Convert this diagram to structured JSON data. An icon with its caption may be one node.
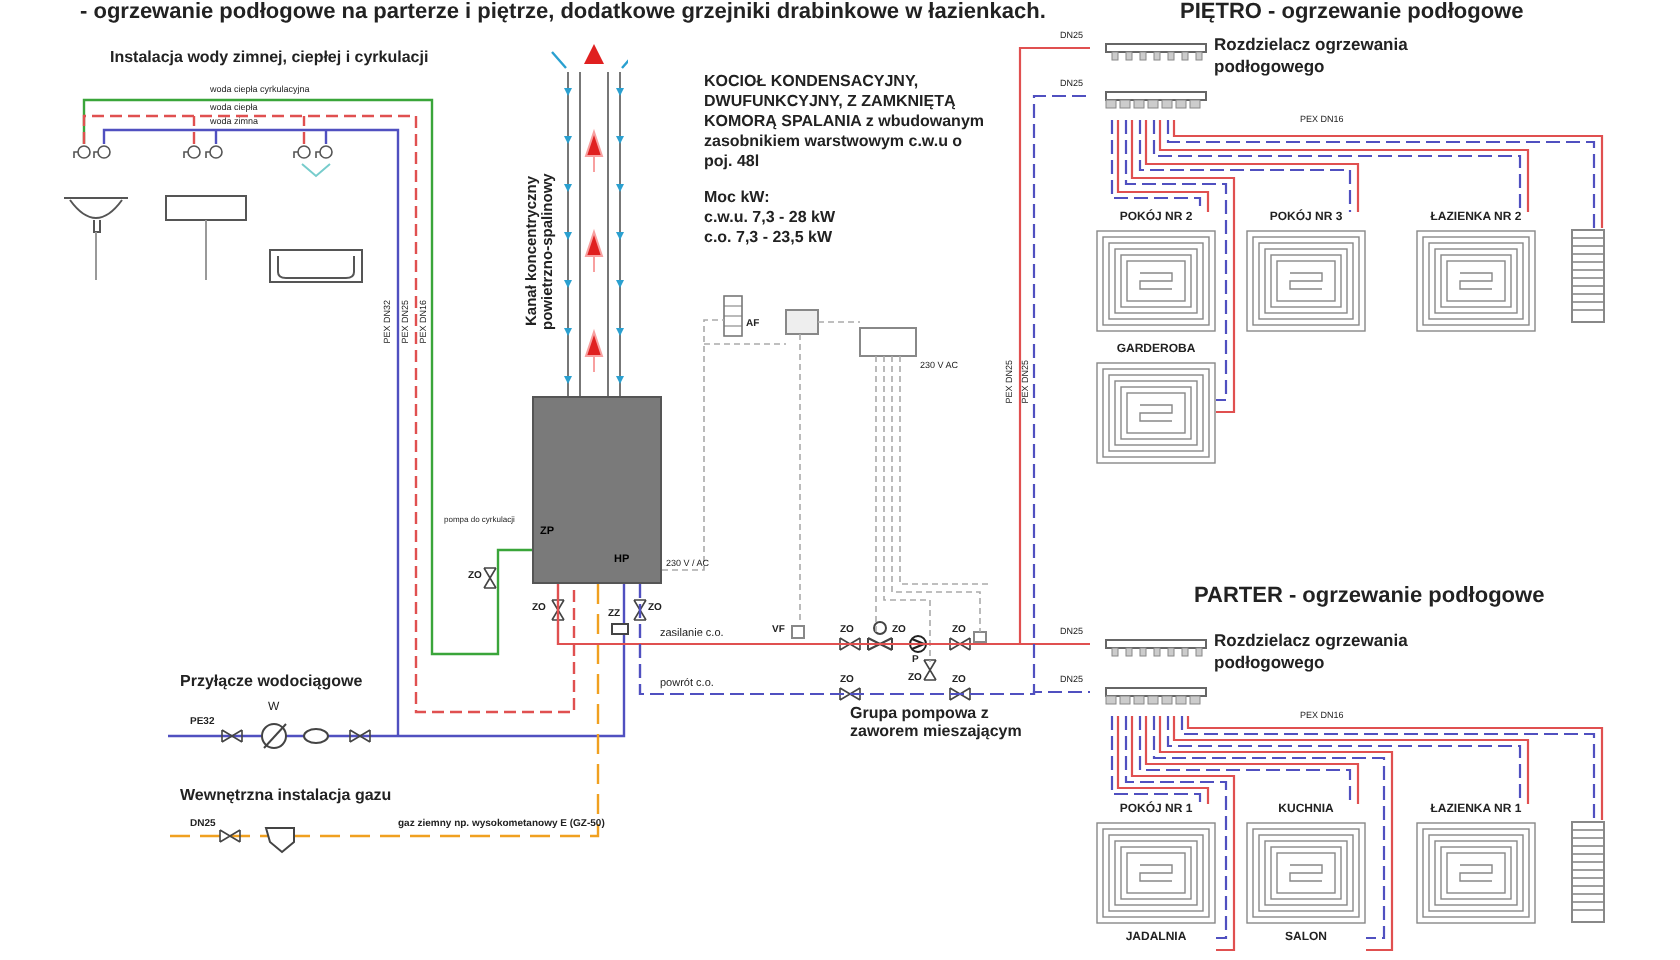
{
  "diagram": {
    "title": "- ogrzewanie podłogowe na parterze i piętrze, dodatkowe grzejniki drabinkowe w łazienkach.",
    "nodes": [
      {
        "text": [],
        "shape": "box",
        "beside": [
          "KOCIOŁ KONDENSACYJNY, DWUFUNKCYJNY, Z ZAMKNIĘTĄ KOMORĄ SPALANIA z wbudowanym zasobnikiem warstwowym c.w.u o poj. 48l",
          "Moc kW:",
          "c.w.u. 7,3 - 28 kW",
          "c.o. 7,3 - 23,5 kW"
        ]
      },
      {
        "text": [
          "Kanał koncentryczny powietrzno-spalinowy"
        ]
      },
      {
        "text": [
          "Rozdzielacz ogrzewania podłogowego"
        ]
      },
      {
        "text": [
          "Rozdzielacz ogrzewania podłogowego"
        ]
      },
      {
        "text": [
          "POKÓJ NR 2"
        ]
      },
      {
        "text": [
          "POKÓJ NR 3"
        ]
      },
      {
        "text": [
          "ŁAZIENKA NR 2"
        ]
      },
      {
        "text": [
          "GARDEROBA"
        ]
      },
      {
        "text": [],
        "shape": "picture"
      },
      {
        "text": [
          "POKÓJ NR 1"
        ]
      },
      {
        "text": [
          "KUCHNIA"
        ]
      },
      {
        "text": [
          "ŁAZIENKA NR 1"
        ]
      },
      {
        "text": [
          "JADALNIA"
        ]
      },
      {
        "text": [
          "SALON"
        ]
      },
      {
        "text": [],
        "shape": "picture"
      }
    ],
    "edges": [
      {
        "from": 0,
        "to": 3,
        "arrow": "none",
        "label": "zasilanie c.o.",
        "color": "#e05050"
      },
      {
        "from": 0,
        "to": 3,
        "arrow": "none",
        "label": "powrót c.o.",
        "style": "dashed",
        "color": "#5050c0"
      },
      {
        "from": 0,
        "to": 2,
        "arrow": "none",
        "color": "#e05050"
      },
      {
        "from": 0,
        "to": 2,
        "arrow": "none",
        "style": "dashed",
        "color": "#5050c0"
      },
      {
        "from": 2,
        "to": 4,
        "arrow": "none",
        "color": "#e05050"
      },
      {
        "from": 2,
        "to": 4,
        "arrow": "none",
        "style": "dashed",
        "color": "#5050c0"
      },
      {
        "from": 2,
        "to": 5,
        "arrow": "none",
        "color": "#e05050"
      },
      {
        "from": 2,
        "to": 5,
        "arrow": "none",
        "style": "dashed",
        "color": "#5050c0"
      },
      {
        "from": 2,
        "to": 6,
        "arrow": "none",
        "color": "#e05050"
      },
      {
        "from": 2,
        "to": 6,
        "arrow": "none",
        "style": "dashed",
        "color": "#5050c0"
      },
      {
        "from": 2,
        "to": 7,
        "arrow": "none",
        "color": "#e05050"
      },
      {
        "from": 2,
        "to": 7,
        "arrow": "none",
        "style": "dashed",
        "color": "#5050c0"
      },
      {
        "from": 2,
        "to": 8,
        "arrow": "none",
        "color": "#e05050"
      },
      {
        "from": 2,
        "to": 8,
        "arrow": "none",
        "style": "dashed",
        "color": "#5050c0"
      },
      {
        "from": 3,
        "to": 9,
        "arrow": "none",
        "color": "#e05050"
      },
      {
        "from": 3,
        "to": 9,
        "arrow": "none",
        "style": "dashed",
        "color": "#5050c0"
      },
      {
        "from": 3,
        "to": 10,
        "arrow": "none",
        "color": "#e05050"
      },
      {
        "from": 3,
        "to": 10,
        "arrow": "none",
        "style": "dashed",
        "color": "#5050c0"
      },
      {
        "from": 3,
        "to": 11,
        "arrow": "none",
        "color": "#e05050"
      },
      {
        "from": 3,
        "to": 11,
        "arrow": "none",
        "style": "dashed",
        "color": "#5050c0"
      },
      {
        "from": 3,
        "to": 12,
        "arrow": "none",
        "color": "#e05050"
      },
      {
        "from": 3,
        "to": 12,
        "arrow": "none",
        "style": "dashed",
        "color": "#5050c0"
      },
      {
        "from": 3,
        "to": 13,
        "arrow": "none",
        "color": "#e05050"
      },
      {
        "from": 3,
        "to": 13,
        "arrow": "none",
        "style": "dashed",
        "color": "#5050c0"
      },
      {
        "from": 3,
        "to": 14,
        "arrow": "none",
        "color": "#e05050"
      },
      {
        "from": 3,
        "to": 14,
        "arrow": "none",
        "style": "dashed",
        "color": "#5050c0"
      }
    ],
    "labels": [
      "Instalacja wody zimnej, ciepłej i cyrkulacji",
      "woda ciepła cyrkulacyjna",
      "woda ciepła",
      "woda zimna",
      "PEX DN32",
      "PEX DN25",
      "PEX DN16",
      "pompa do cyrkulacji",
      "ZP",
      "HP",
      "ZO",
      "ZO",
      "ZO",
      "230 V / AC",
      "AF",
      "230 V AC",
      "ZZ",
      "VF",
      "ZO",
      "ZO",
      "P",
      "ZO",
      "ZO",
      "ZO",
      "ZO",
      "Grupa pompowa z zaworem mieszającym",
      "Przyłącze wodociągowe",
      "PE32",
      "W",
      "Wewnętrzna instalacja gazu",
      "DN25",
      "gaz ziemny np. wysokometanowy E (GZ-50)",
      "PIĘTRO - ogrzewanie podłogowe",
      "PARTER - ogrzewanie podłogowe",
      "DN25",
      "DN25",
      "PEX DN25",
      "PEX DN25",
      "PEX DN16",
      "DN25",
      "DN25",
      "PEX DN16"
    ]
  }
}
